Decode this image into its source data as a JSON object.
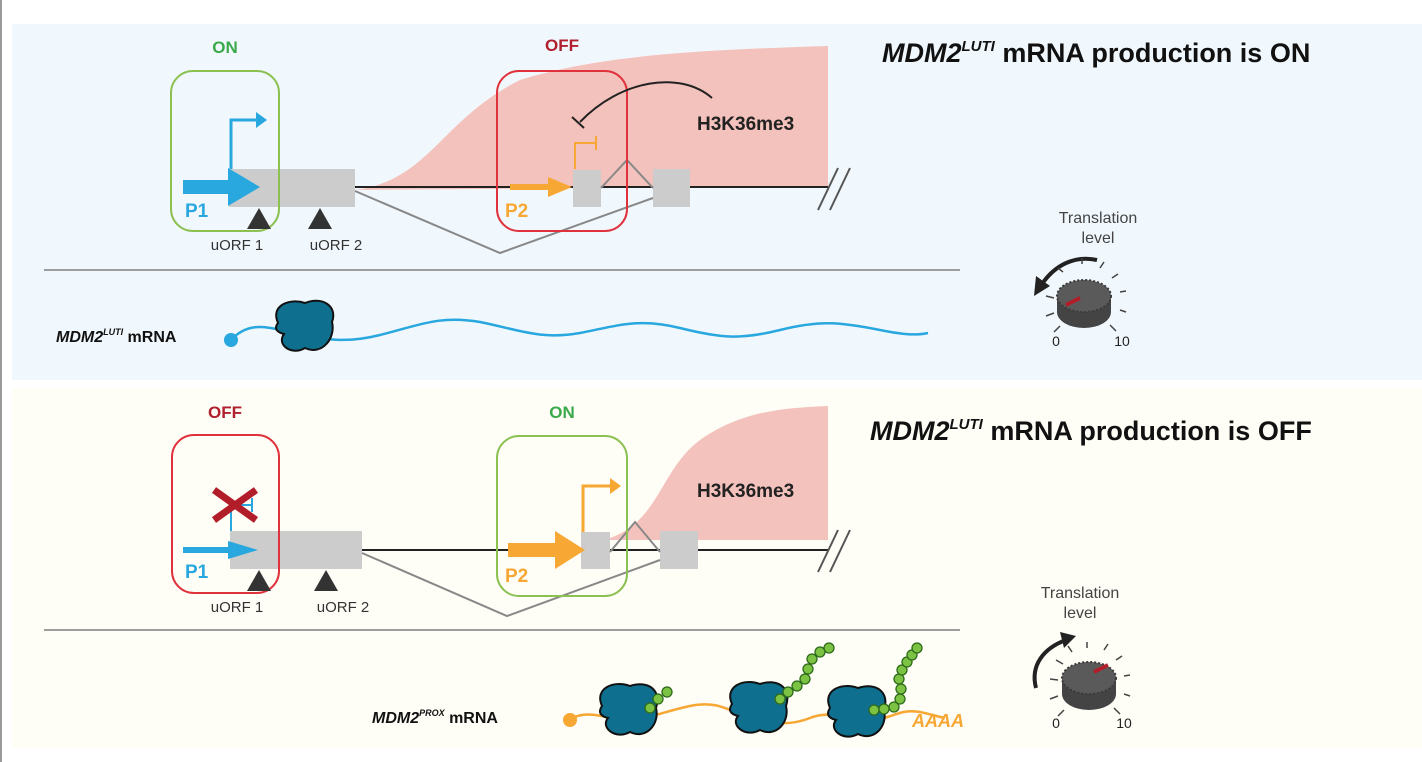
{
  "panels": [
    {
      "id": "top",
      "title_gene": "MDM2",
      "title_sup": "LUTI",
      "title_rest": " mRNA production is ON",
      "p1_state": "ON",
      "p2_state": "OFF",
      "p1_label": "P1",
      "p2_label": "P2",
      "uorf1": "uORF 1",
      "uorf2": "uORF 2",
      "mark": "H3K36me3",
      "mrna_gene": "MDM2",
      "mrna_sup": "LUTI",
      "mrna_rest": " mRNA",
      "dial_title_1": "Translation",
      "dial_title_2": "level",
      "dial_min": "0",
      "dial_max": "10",
      "dial_level": 2
    },
    {
      "id": "bottom",
      "title_gene": "MDM2",
      "title_sup": "LUTI",
      "title_rest": " mRNA production is OFF",
      "p1_state": "OFF",
      "p2_state": "ON",
      "p1_label": "P1",
      "p2_label": "P2",
      "uorf1": "uORF 1",
      "uorf2": "uORF 2",
      "mark": "H3K36me3",
      "mrna_gene": "MDM2",
      "mrna_sup": "PROX",
      "mrna_rest": " mRNA",
      "polyA": "AAAA",
      "dial_title_1": "Translation",
      "dial_title_2": "level",
      "dial_min": "0",
      "dial_max": "10",
      "dial_level": 8
    }
  ],
  "colors": {
    "top_bg": "#f1f8fd",
    "bottom_bg": "#fefdf6",
    "on_green": "#3aa94a",
    "on_box": "#8cc152",
    "off_red": "#b0202e",
    "off_box": "#e0323c",
    "p1_blue": "#29a7df",
    "p2_orange": "#f7a733",
    "exon_gray": "#cccccc",
    "h3k_pink": "#f4bfb9",
    "ribosome": "#0f6f8e",
    "peptide": "#7cc243"
  }
}
